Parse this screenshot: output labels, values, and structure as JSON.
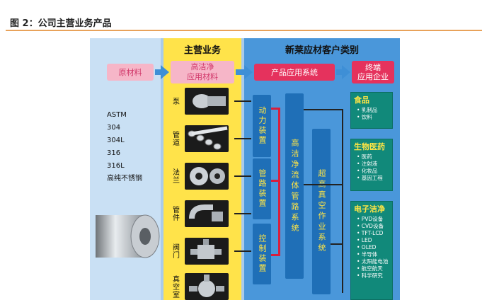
{
  "figure_caption": "图 2：公司主营业务产品",
  "columns": {
    "main_business": "主营业务",
    "customer_category": "新莱应材客户类别"
  },
  "flow": {
    "raw": "原材料",
    "hp_material": "高洁净\n应用材料",
    "product_system": "产品应用系统",
    "end": "终端\n应用企业"
  },
  "standards": [
    "ASTM",
    "304",
    "304L",
    "316",
    "316L",
    "高纯不锈钢"
  ],
  "products": [
    {
      "label": "泵",
      "icon": "pump-icon"
    },
    {
      "label": "管道",
      "icon": "pipe-icon"
    },
    {
      "label": "法兰",
      "icon": "flange-icon"
    },
    {
      "label": "管件",
      "icon": "fitting-icon"
    },
    {
      "label": "阀门",
      "icon": "valve-icon"
    },
    {
      "label": "真空室",
      "icon": "vacuum-chamber-icon"
    }
  ],
  "systems": {
    "power": "动力装置",
    "pipe": "管路装置",
    "control": "控制装置",
    "fluid": "高洁净流体管路系统",
    "vacuum": "超高真空作业系统"
  },
  "end_groups": [
    {
      "title": "食品",
      "items": [
        "• 乳制品",
        "• 饮料"
      ]
    },
    {
      "title": "生物医药",
      "items": [
        "• 医药",
        "• 注射液",
        "• 化妆品",
        "• 基因工程"
      ]
    },
    {
      "title": "电子洁净",
      "items": [
        "• PVD设备",
        "• CVD设备",
        "• TFT-LCD",
        "• LED",
        "• OLED",
        "• 半导体",
        "• 太阳能电池",
        "• 航空航天",
        "• 科学研究"
      ]
    }
  ]
}
